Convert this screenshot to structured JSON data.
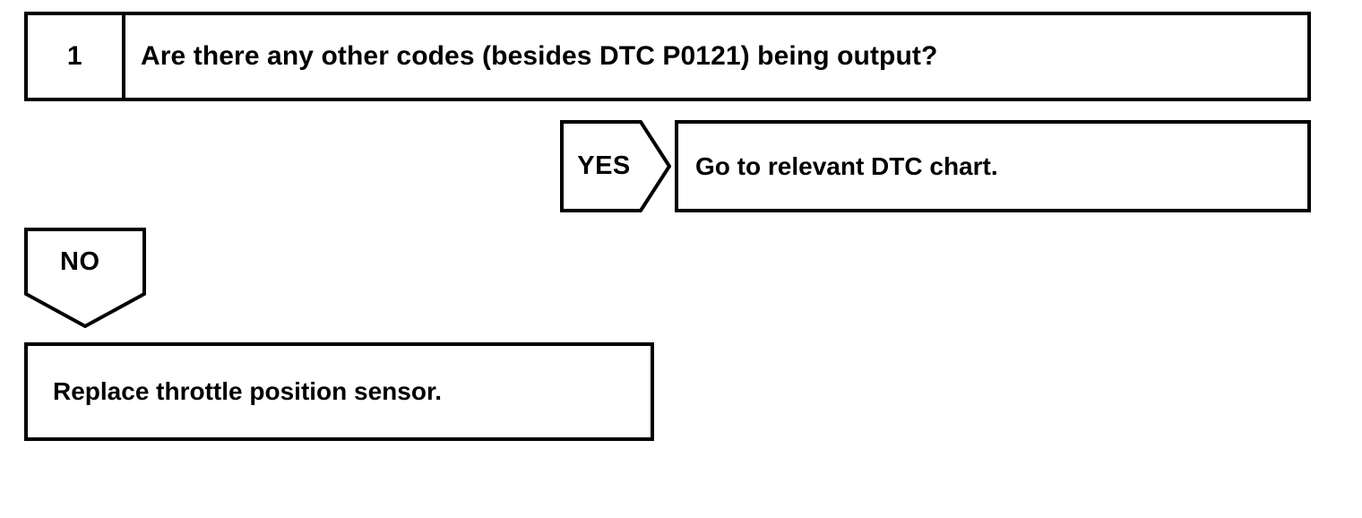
{
  "document": {
    "type": "diagnostic-trouble-code-flowchart",
    "background_color": "#ffffff",
    "line_color": "#000000"
  },
  "flowchart": {
    "step": {
      "number": "1",
      "question": "Are there any other codes (besides DTC P0121) being output?"
    },
    "branches": [
      {
        "answer_label": "YES",
        "arrow_direction": "right",
        "result_text": "Go to relevant DTC chart."
      },
      {
        "answer_label": "NO",
        "arrow_direction": "down",
        "result_text": "Replace throttle position sensor."
      }
    ]
  }
}
